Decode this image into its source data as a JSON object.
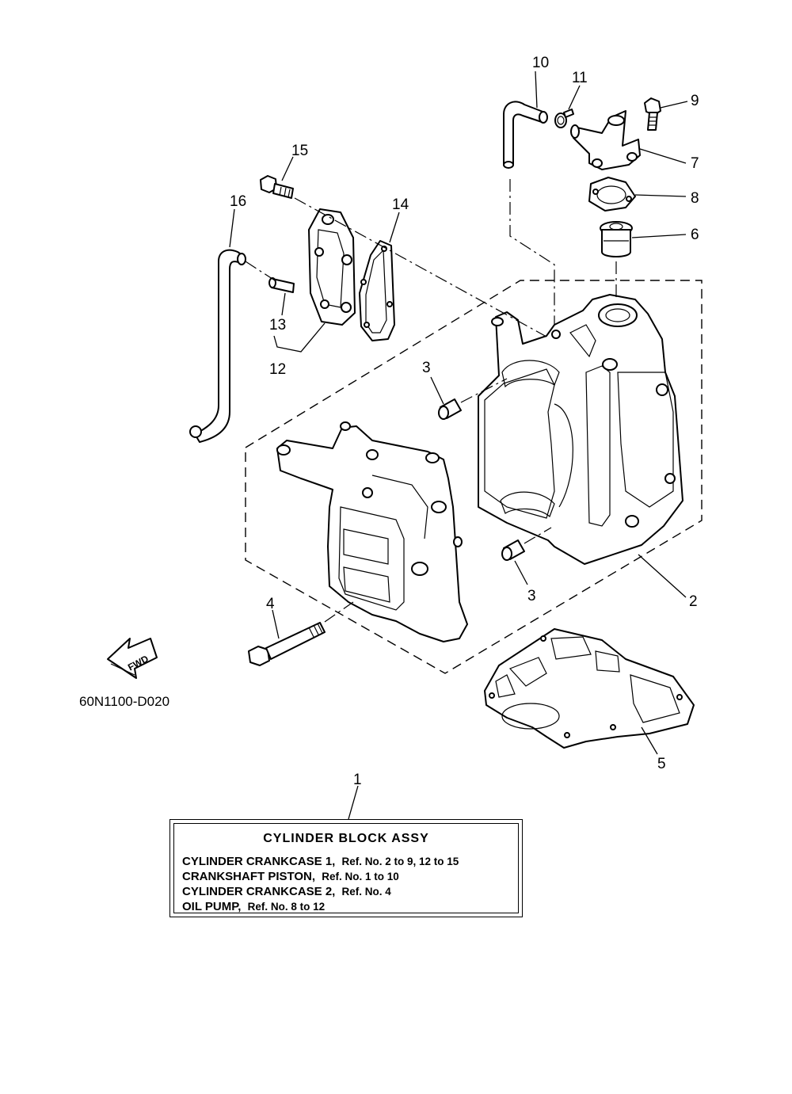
{
  "diagram": {
    "drawing_code": "60N1100-D020",
    "fwd_label": "FWD",
    "callouts": {
      "c1": "1",
      "c2": "2",
      "c3a": "3",
      "c3b": "3",
      "c4": "4",
      "c5": "5",
      "c6": "6",
      "c7": "7",
      "c8": "8",
      "c9": "9",
      "c10": "10",
      "c11": "11",
      "c12": "12",
      "c13": "13",
      "c14": "14",
      "c15": "15",
      "c16": "16"
    }
  },
  "legend": {
    "title": "CYLINDER BLOCK ASSY",
    "rows": [
      {
        "name": "CYLINDER CRANKCASE 1,",
        "ref": "Ref. No. 2 to 9, 12 to 15"
      },
      {
        "name": "CRANKSHAFT PISTON,",
        "ref": "Ref. No. 1 to 10"
      },
      {
        "name": "CYLINDER CRANKCASE 2,",
        "ref": "Ref. No. 4"
      },
      {
        "name": "OIL PUMP,",
        "ref": "Ref. No. 8 to 12"
      }
    ]
  }
}
